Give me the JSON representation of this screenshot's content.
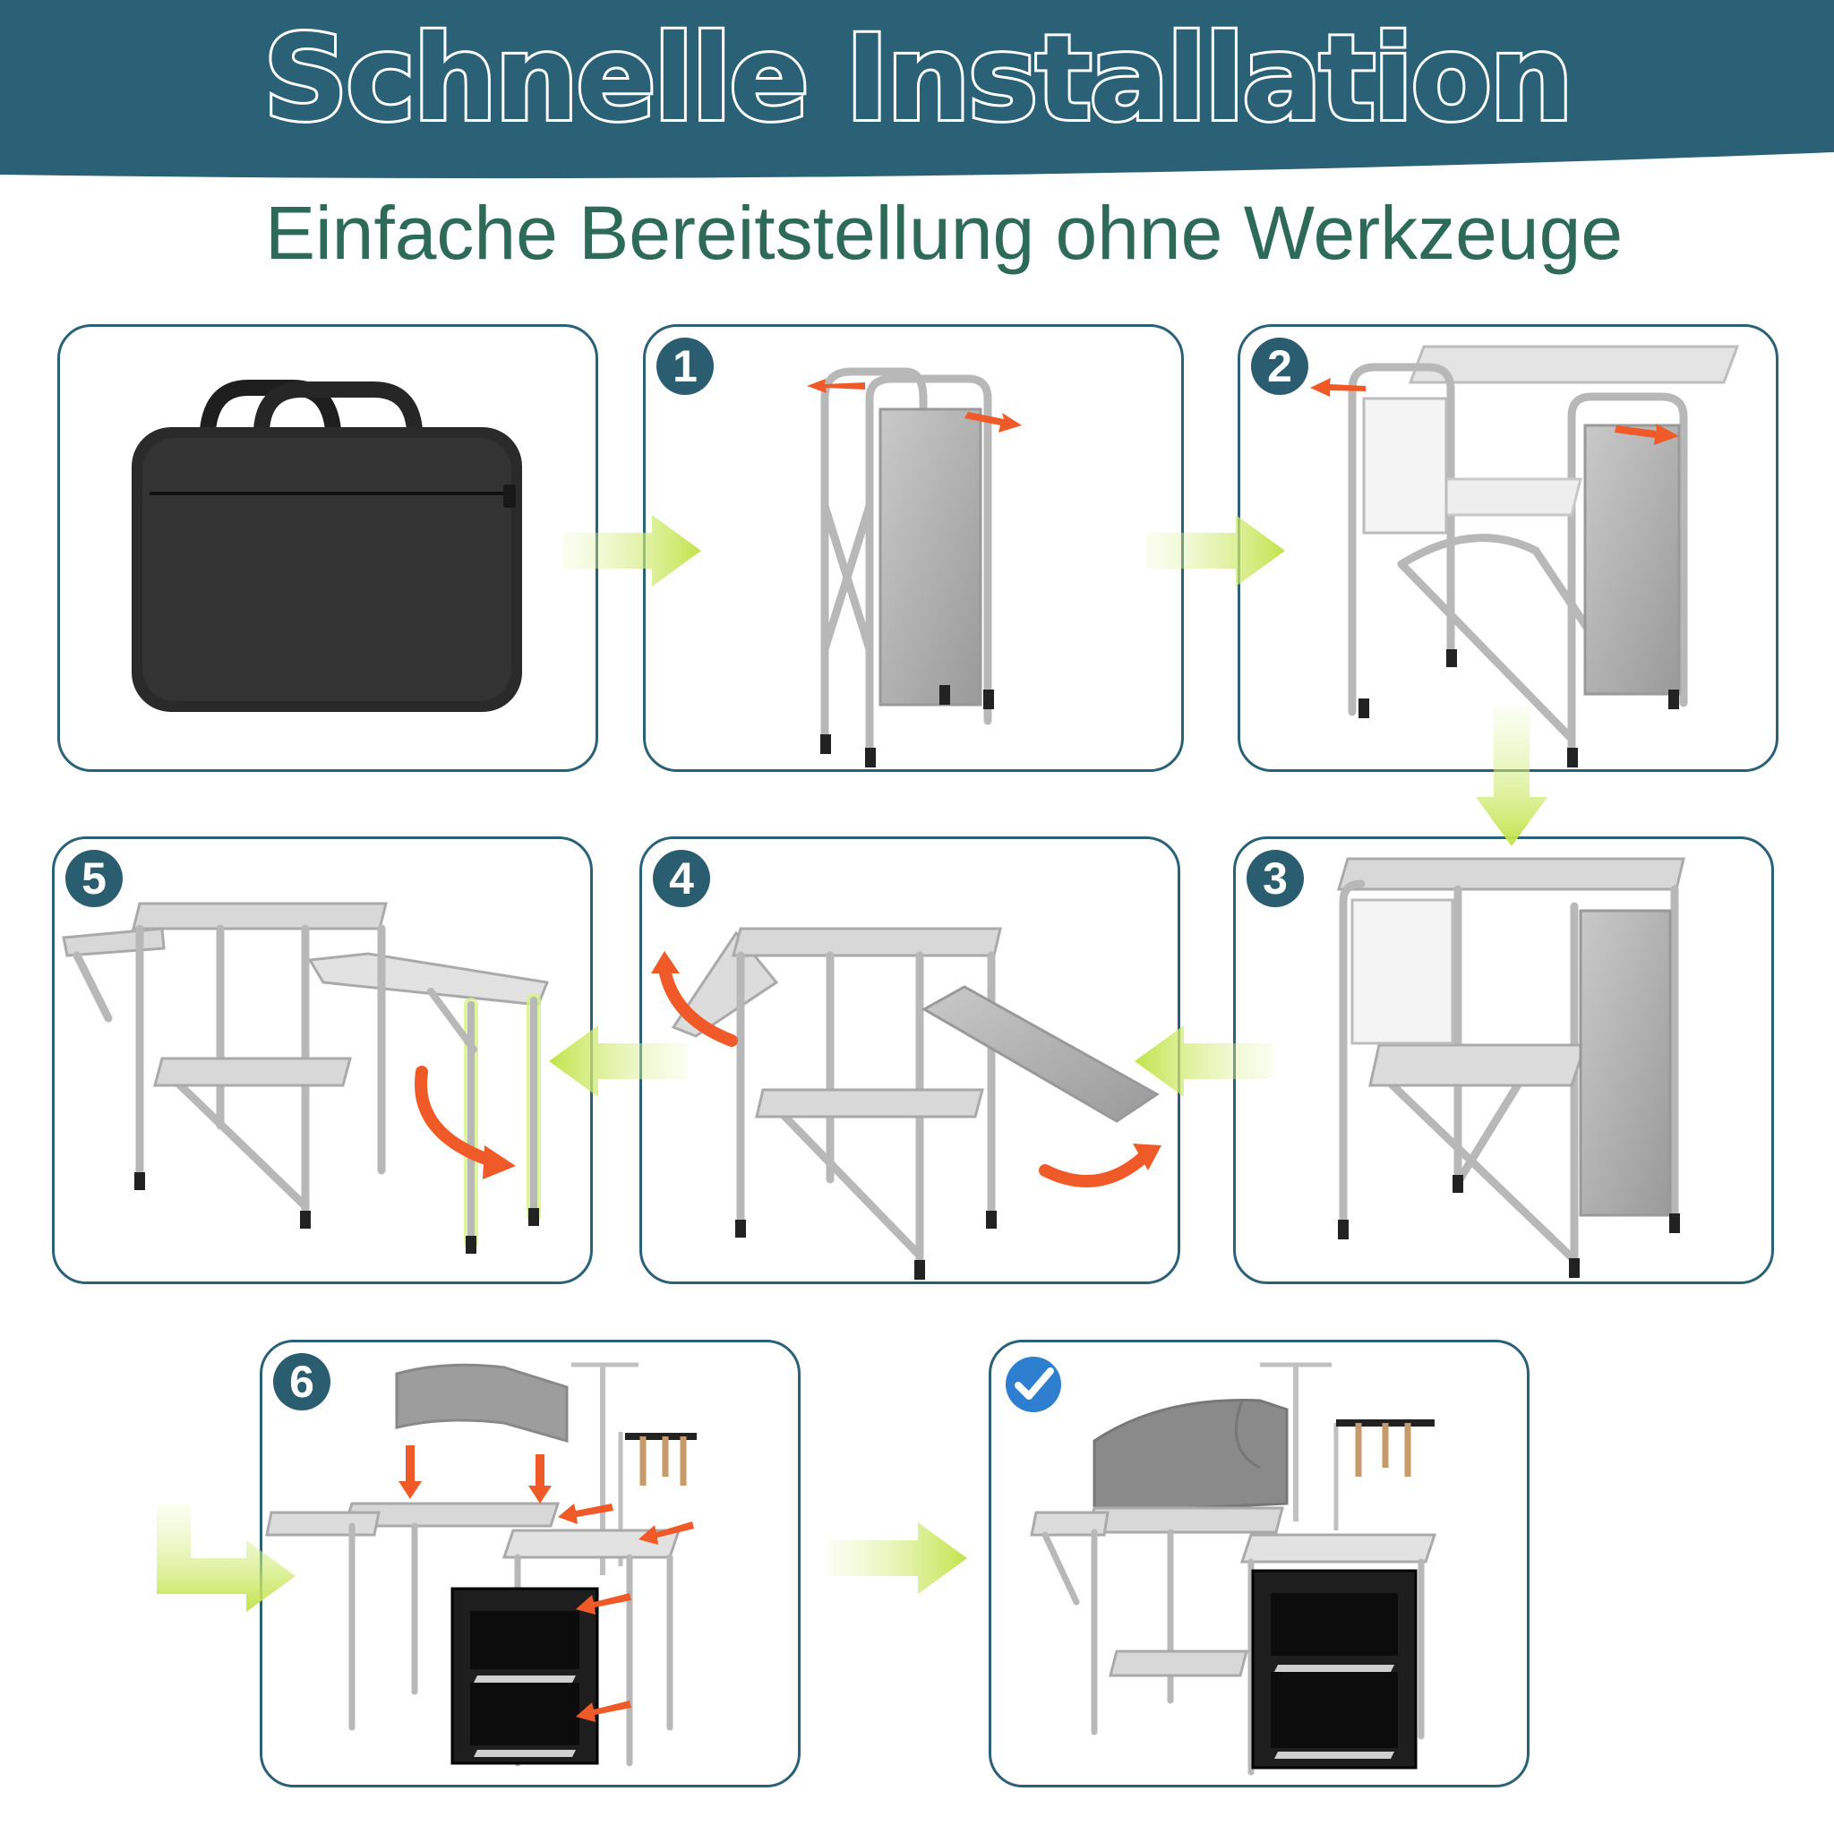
{
  "header": {
    "title": "Schnelle Installation",
    "subtitle": "Einfache Bereitstellung ohne Werkzeuge"
  },
  "steps": [
    {
      "label": "1"
    },
    {
      "label": "2"
    },
    {
      "label": "3"
    },
    {
      "label": "4"
    },
    {
      "label": "5"
    },
    {
      "label": "6"
    }
  ],
  "colors": {
    "banner": "#2b6176",
    "subtitle": "#2e6a58",
    "badge": "#2b5d70",
    "step_arrow": "#c8e85a",
    "motion_arrow": "#f05a28",
    "check": "#2f7fd0"
  },
  "icons": {
    "done": "check-circle-icon",
    "flow": "arrow-right-icon"
  }
}
